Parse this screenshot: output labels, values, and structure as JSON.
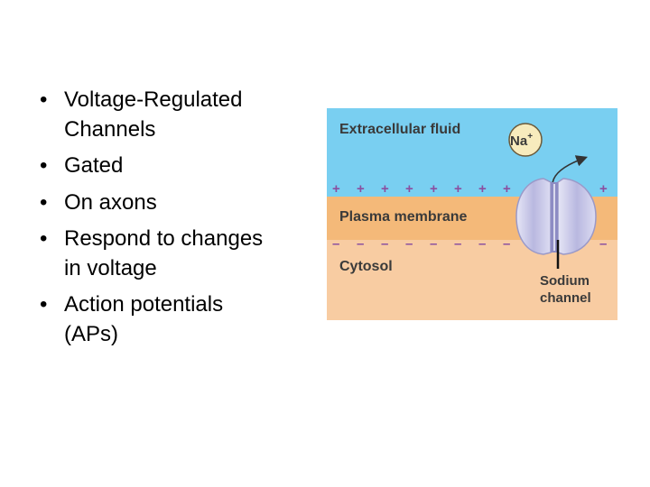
{
  "bullets": [
    {
      "lines": [
        "Voltage-Regulated",
        "Channels"
      ]
    },
    {
      "lines": [
        "Gated"
      ]
    },
    {
      "lines": [
        "On axons"
      ]
    },
    {
      "lines": [
        "Respond to changes",
        "in voltage"
      ]
    },
    {
      "lines": [
        "Action potentials",
        "(APs)"
      ]
    }
  ],
  "diagram": {
    "extracellular_label": "Extracellular fluid",
    "membrane_label": "Plasma membrane",
    "cytosol_label": "Cytosol",
    "ion_label": "Na",
    "ion_charge": "+",
    "channel_label_1": "Sodium",
    "channel_label_2": "channel",
    "positive_symbol": "+",
    "negative_symbol": "–",
    "colors": {
      "extracellular": "#79cff1",
      "membrane": "#f4b979",
      "cytosol": "#f8cca2",
      "charge": "#8a4fa0",
      "channel": "#c9c8e8",
      "text": "#3a3a3a"
    }
  }
}
